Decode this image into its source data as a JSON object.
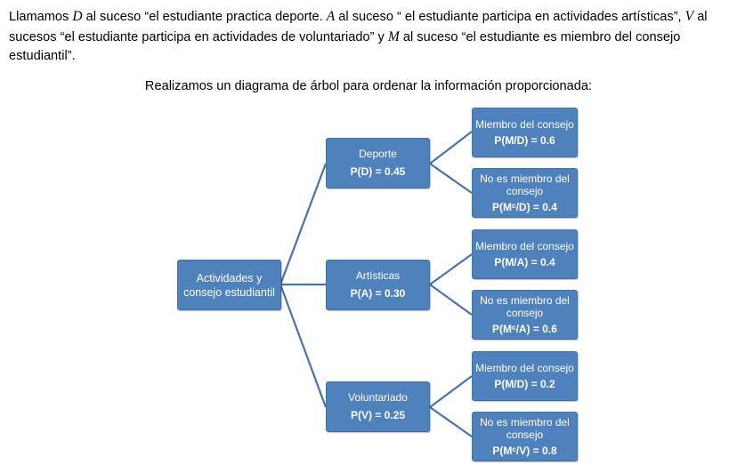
{
  "intro": {
    "t1": "Llamamos ",
    "v1": "D",
    "t2": " al suceso “el estudiante practica deporte. ",
    "v2": "A",
    "t3": " al suceso “ el estudiante participa en actividades artísticas”, ",
    "v3": "V",
    "t4": " al sucesos “el estudiante participa en actividades de voluntariado” y ",
    "v4": "M",
    "t5": " al suceso “el estudiante es miembro del consejo estudiantil”."
  },
  "caption": "Realizamos un diagrama de árbol para ordenar la información proporcionada:",
  "tree": {
    "root": {
      "line1": "Actividades y",
      "line2": "consejo estudiantil"
    },
    "branches": [
      {
        "label": "Deporte",
        "prob": "P(D) = 0.45",
        "leaves": [
          {
            "label": "Miembro del consejo",
            "prob": "P(M/D) = 0.6"
          },
          {
            "label": "No es miembro del consejo",
            "prob": "P(Mᶜ/D) = 0.4"
          }
        ]
      },
      {
        "label": "Artísticas",
        "prob": "P(A) = 0.30",
        "leaves": [
          {
            "label": "Miembro del consejo",
            "prob": "P(M/A) = 0.4"
          },
          {
            "label": "No es miembro del consejo",
            "prob": "P(Mᶜ/A) = 0.6"
          }
        ]
      },
      {
        "label": "Voluntariado",
        "prob": "P(V) = 0.25",
        "leaves": [
          {
            "label": "Miembro del consejo",
            "prob": "P(M/D) = 0.2"
          },
          {
            "label": "No es miembro del consejo",
            "prob": "P(Mᶜ/V) = 0.8"
          }
        ]
      }
    ]
  },
  "colors": {
    "box_fill": "#4f81bd",
    "box_border": "#41719c",
    "connector": "#4a72a8"
  }
}
